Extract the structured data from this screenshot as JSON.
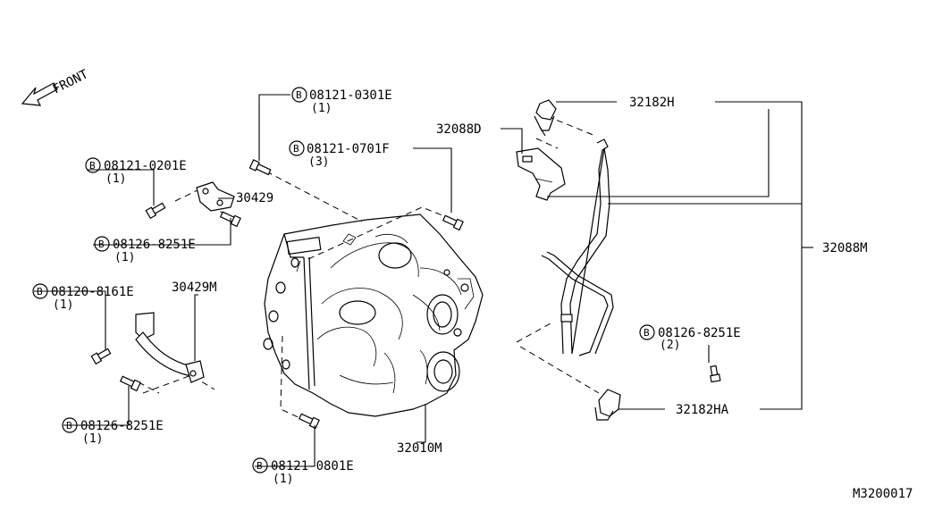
{
  "front_label": "FRONT",
  "diagram_id": "M3200017",
  "bolt_symbol": "B",
  "parts": {
    "p32182H": "32182H",
    "p32088D": "32088D",
    "p32088M": "32088M",
    "p32182HA": "32182HA",
    "p32010M": "32010M",
    "p30429": "30429",
    "p30429M": "30429M"
  },
  "bolts": {
    "b0301": {
      "code": "08121-0301E",
      "qty": "(1)"
    },
    "b0701": {
      "code": "08121-0701F",
      "qty": "(3)"
    },
    "b0201": {
      "code": "08121-0201E",
      "qty": "(1)"
    },
    "b8251a": {
      "code": "08126-8251E",
      "qty": "(1)"
    },
    "b8161": {
      "code": "08120-8161E",
      "qty": "(1)"
    },
    "b8251b": {
      "code": "08126-8251E",
      "qty": "(1)"
    },
    "b0801": {
      "code": "08121-0801E",
      "qty": "(1)"
    },
    "b8251c": {
      "code": "08126-8251E",
      "qty": "(2)"
    }
  }
}
